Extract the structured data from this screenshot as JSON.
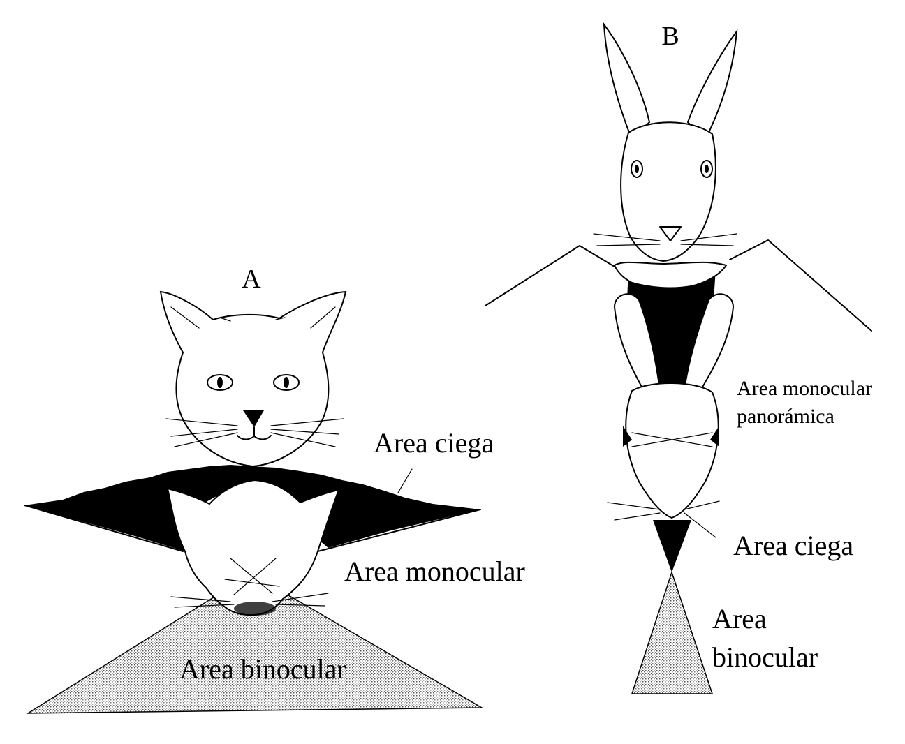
{
  "panels": {
    "a": {
      "letter": "A",
      "animal": "cat",
      "labels": {
        "blind": "Area ciega",
        "monocular": "Area monocular",
        "binocular": "Area binocular"
      }
    },
    "b": {
      "letter": "B",
      "animal": "rabbit",
      "labels": {
        "monocular_line1": "Area monocular",
        "monocular_line2": "panorámica",
        "blind": "Area ciega",
        "binocular_line1": "Area",
        "binocular_line2": "binocular"
      }
    }
  },
  "colors": {
    "blind_area": "#000000",
    "binocular_area": "#c8c8c8",
    "outline": "#000000",
    "background": "#ffffff"
  }
}
